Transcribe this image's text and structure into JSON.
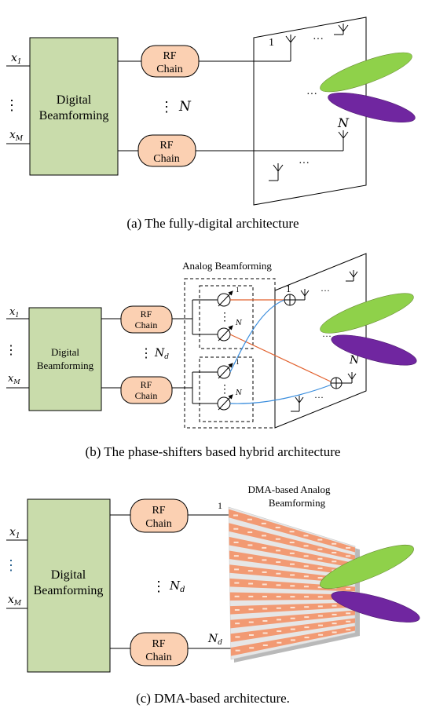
{
  "panel_a": {
    "caption": "(a) The fully-digital architecture",
    "digital_label_line1": "Digital",
    "digital_label_line2": "Beamforming",
    "input_first": "x",
    "input_first_sub": "1",
    "input_last": "x",
    "input_last_sub": "M",
    "input_ellipsis": "⋮",
    "rf_line1": "RF",
    "rf_line2": "Chain",
    "chain_count": "N",
    "chain_ellipsis": "⋮",
    "antenna_first": "1",
    "antenna_last": "N",
    "array_ellipsis": "···"
  },
  "panel_b": {
    "caption": "(b) The phase-shifters based hybrid architecture",
    "analog_title": "Analog Beamforming",
    "digital_label_line1": "Digital",
    "digital_label_line2": "Beamforming",
    "input_first": "x",
    "input_first_sub": "1",
    "input_last": "x",
    "input_last_sub": "M",
    "input_ellipsis": "⋮",
    "rf_line1": "RF",
    "rf_line2": "Chain",
    "chain_count": "N",
    "chain_count_sub": "d",
    "chain_ellipsis": "⋮",
    "ps_first": "1",
    "ps_last": "N",
    "antenna_first": "1",
    "antenna_last": "N",
    "array_ellipsis": "···"
  },
  "panel_c": {
    "caption": "(c) DMA-based architecture.",
    "dma_title_line1": "DMA-based Analog",
    "dma_title_line2": "Beamforming",
    "digital_label_line1": "Digital",
    "digital_label_line2": "Beamforming",
    "input_first": "x",
    "input_first_sub": "1",
    "input_last": "x",
    "input_last_sub": "M",
    "input_ellipsis": "⋮",
    "rf_line1": "RF",
    "rf_line2": "Chain",
    "chain_count": "N",
    "chain_count_sub": "d",
    "chain_ellipsis": "⋮",
    "feed_first": "1",
    "feed_last": "N",
    "feed_last_sub": "d"
  },
  "colors": {
    "digital_fill": "#c9dcab",
    "rf_fill": "#fbd0b2",
    "beam_green": "#8fd14a",
    "beam_purple": "#7026a0",
    "wire_red": "#e2622f",
    "wire_blue": "#3a8ddd",
    "dma_strip": "#f29a73",
    "dma_gap": "#e6e6e6"
  }
}
